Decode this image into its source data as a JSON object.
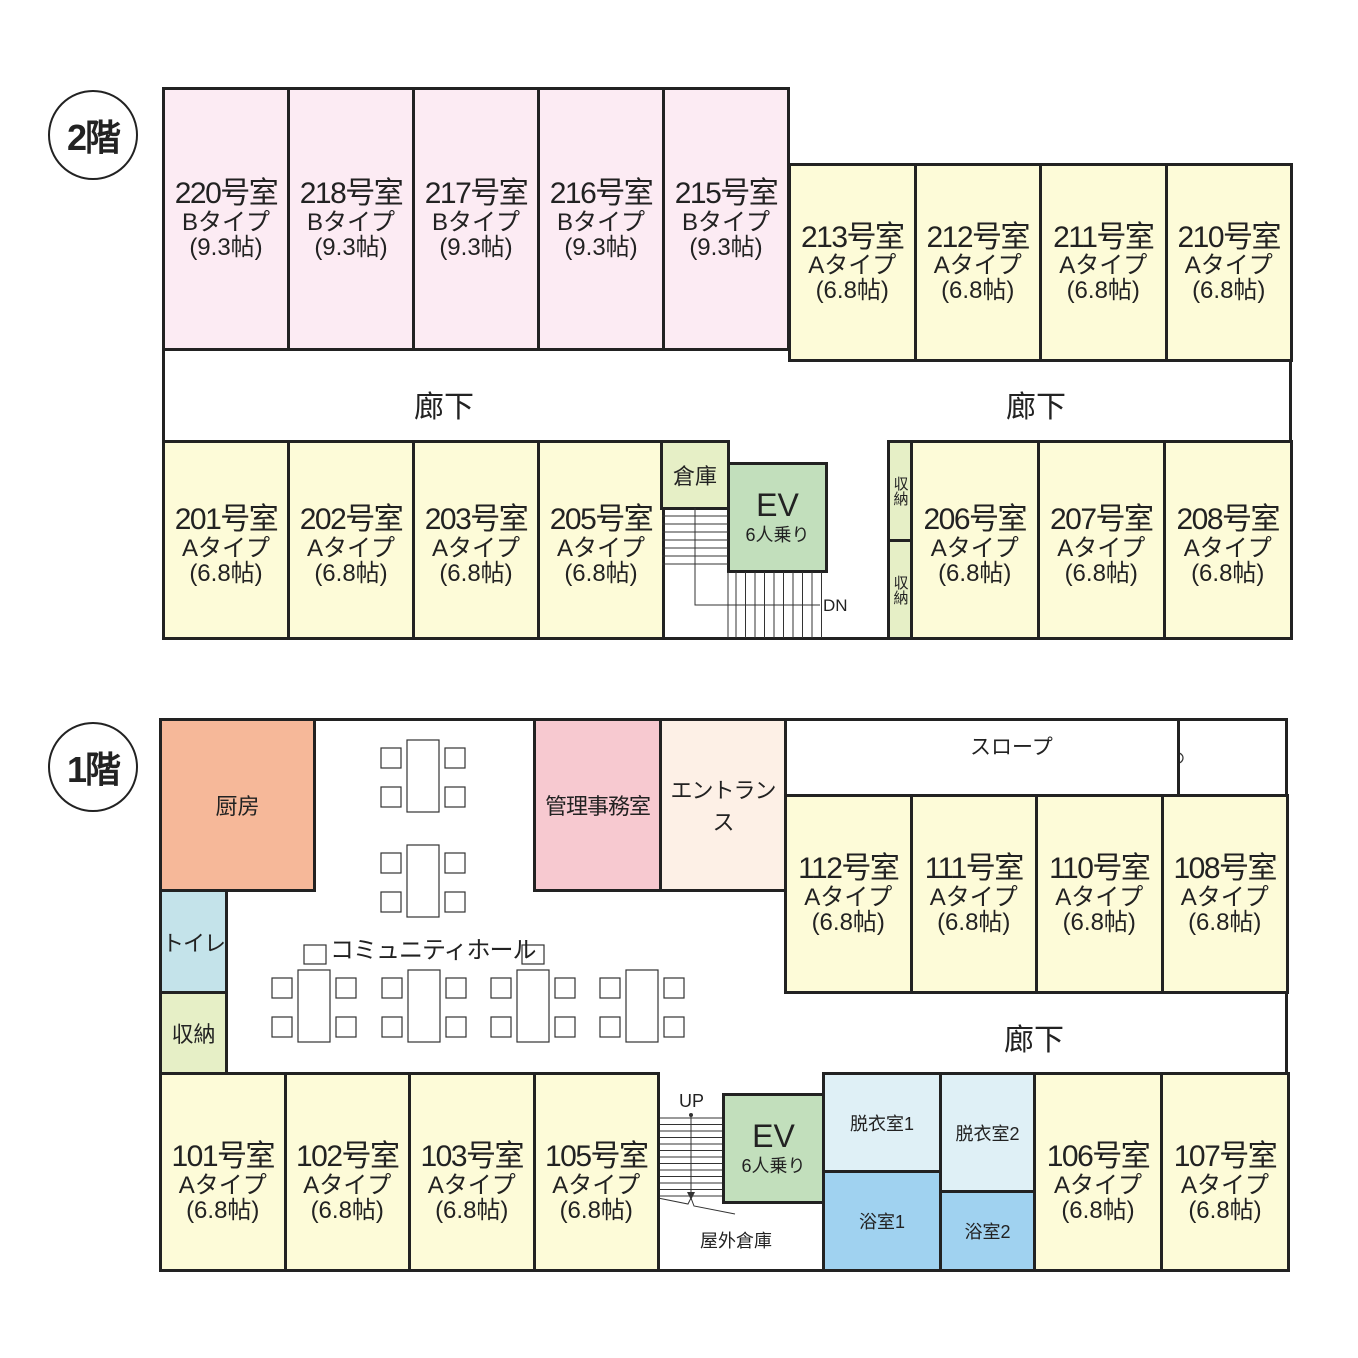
{
  "floor2": {
    "badge": "2階",
    "corridor_left": "廊下",
    "corridor_right": "廊下",
    "rooms_top_b": [
      {
        "number": "220号室",
        "type": "Bタイプ",
        "size": "(9.3帖)"
      },
      {
        "number": "218号室",
        "type": "Bタイプ",
        "size": "(9.3帖)"
      },
      {
        "number": "217号室",
        "type": "Bタイプ",
        "size": "(9.3帖)"
      },
      {
        "number": "216号室",
        "type": "Bタイプ",
        "size": "(9.3帖)"
      },
      {
        "number": "215号室",
        "type": "Bタイプ",
        "size": "(9.3帖)"
      }
    ],
    "rooms_top_a": [
      {
        "number": "213号室",
        "type": "Aタイプ",
        "size": "(6.8帖)"
      },
      {
        "number": "212号室",
        "type": "Aタイプ",
        "size": "(6.8帖)"
      },
      {
        "number": "211号室",
        "type": "Aタイプ",
        "size": "(6.8帖)"
      },
      {
        "number": "210号室",
        "type": "Aタイプ",
        "size": "(6.8帖)"
      }
    ],
    "rooms_bottom_left": [
      {
        "number": "201号室",
        "type": "Aタイプ",
        "size": "(6.8帖)"
      },
      {
        "number": "202号室",
        "type": "Aタイプ",
        "size": "(6.8帖)"
      },
      {
        "number": "203号室",
        "type": "Aタイプ",
        "size": "(6.8帖)"
      },
      {
        "number": "205号室",
        "type": "Aタイプ",
        "size": "(6.8帖)"
      }
    ],
    "rooms_bottom_right": [
      {
        "number": "206号室",
        "type": "Aタイプ",
        "size": "(6.8帖)"
      },
      {
        "number": "207号室",
        "type": "Aタイプ",
        "size": "(6.8帖)"
      },
      {
        "number": "208号室",
        "type": "Aタイプ",
        "size": "(6.8帖)"
      }
    ],
    "storage": "倉庫",
    "closet_1": "収納",
    "closet_2": "収納",
    "ev_title": "EV",
    "ev_capacity": "6人乗り",
    "stairs_label": "DN"
  },
  "floor1": {
    "badge": "1階",
    "kitchen": "厨房",
    "office": "管理事務室",
    "entrance": "エントランス",
    "slope": "スロープ",
    "toilet": "トイレ",
    "closet": "収納",
    "hall": "コミュニティホール",
    "corridor": "廊下",
    "rooms_top": [
      {
        "number": "112号室",
        "type": "Aタイプ",
        "size": "(6.8帖)"
      },
      {
        "number": "111号室",
        "type": "Aタイプ",
        "size": "(6.8帖)"
      },
      {
        "number": "110号室",
        "type": "Aタイプ",
        "size": "(6.8帖)"
      },
      {
        "number": "108号室",
        "type": "Aタイプ",
        "size": "(6.8帖)"
      }
    ],
    "rooms_bottom_left": [
      {
        "number": "101号室",
        "type": "Aタイプ",
        "size": "(6.8帖)"
      },
      {
        "number": "102号室",
        "type": "Aタイプ",
        "size": "(6.8帖)"
      },
      {
        "number": "103号室",
        "type": "Aタイプ",
        "size": "(6.8帖)"
      },
      {
        "number": "105号室",
        "type": "Aタイプ",
        "size": "(6.8帖)"
      }
    ],
    "rooms_bottom_right": [
      {
        "number": "106号室",
        "type": "Aタイプ",
        "size": "(6.8帖)"
      },
      {
        "number": "107号室",
        "type": "Aタイプ",
        "size": "(6.8帖)"
      }
    ],
    "stairs_label": "UP",
    "outdoor_storage": "屋外倉庫",
    "ev_title": "EV",
    "ev_capacity": "6人乗り",
    "changing_1": "脱衣室1",
    "changing_2": "脱衣室2",
    "bath_1": "浴室1",
    "bath_2": "浴室2"
  },
  "colors": {
    "a_type": "#fdfbd8",
    "b_type": "#fcebf3",
    "storage": "#e6efc6",
    "ev": "#c2dfbc",
    "kitchen": "#f6b899",
    "office": "#f7c9d0",
    "entrance": "#fdf0e6",
    "toilet": "#c4e3ea",
    "changing": "#dff0f6",
    "bath": "#a0d2f0"
  }
}
